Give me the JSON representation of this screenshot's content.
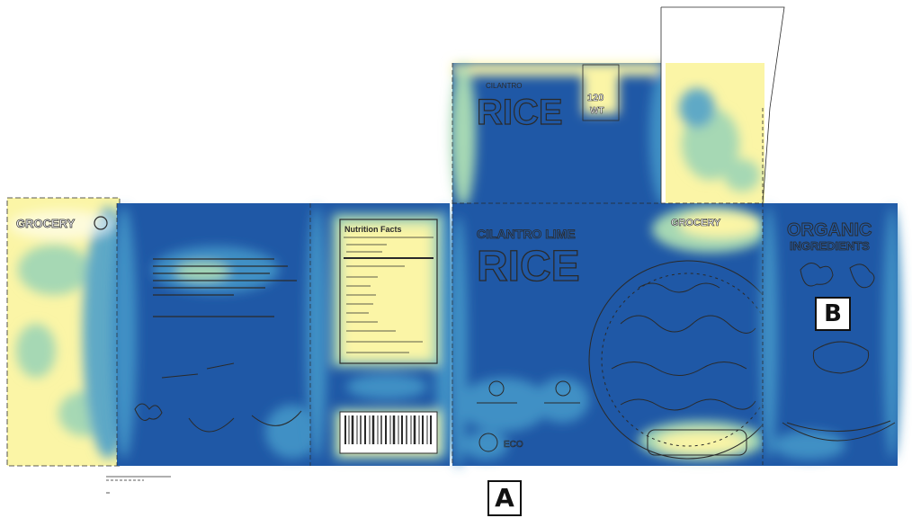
{
  "panel_labels": {
    "a": "A",
    "b": "B"
  },
  "package": {
    "brand": "GROCERY",
    "left_title_small": "CILANTRO",
    "left_title_big": "RICE",
    "weight_value": "120",
    "weight_unit": "WT",
    "front_title_small": "CILANTRO LIME",
    "front_title_big": "RICE",
    "side_title_line1": "ORGANIC",
    "side_title_line2": "INGREDIENTS",
    "nutrition_title": "Nutrition Facts",
    "front_badge": "GROCERY",
    "seal_text": "ECO"
  },
  "colors": {
    "heat_low": "#fbf5a6",
    "heat_mid_low": "#a6d8b4",
    "heat_mid": "#3f90c5",
    "heat_high": "#1f58a6",
    "outline": "#2a2a2a",
    "background": "#ffffff"
  }
}
